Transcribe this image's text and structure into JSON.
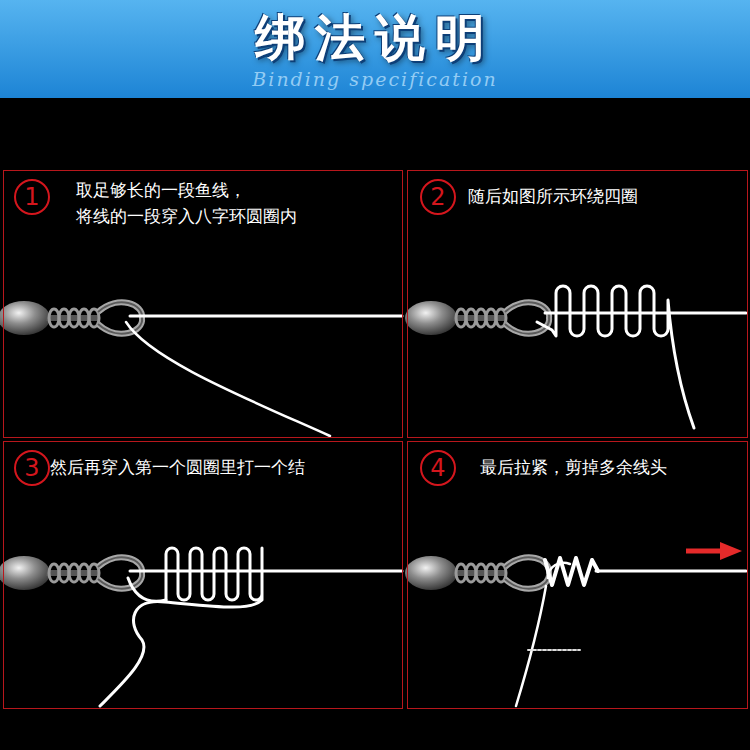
{
  "diagram": {
    "title": "绑法说明",
    "nodes": [
      {
        "text": [
          "取足够长的一段鱼线， 将线的一段穿入八字环圆圈内"
        ]
      },
      {
        "text": [
          "1"
        ],
        "in": 0
      },
      {
        "text": [
          "随后如图所示环绕四圈"
        ]
      },
      {
        "text": [
          "2"
        ],
        "in": 2
      },
      {
        "text": [
          "然后再穿入第一个圆圈里打一个结"
        ]
      },
      {
        "text": [
          "3"
        ],
        "in": 4
      },
      {
        "text": [
          "最后拉紧，剪掉多余线头"
        ]
      },
      {
        "text": [
          "4"
        ],
        "in": 6
      }
    ],
    "labels": [
      "Binding specification"
    ]
  }
}
